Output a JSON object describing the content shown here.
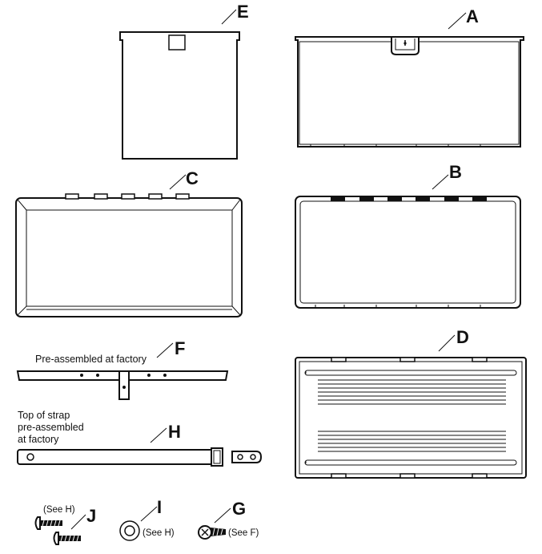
{
  "parts": {
    "a": {
      "letter": "A"
    },
    "b": {
      "letter": "B"
    },
    "c": {
      "letter": "C"
    },
    "d": {
      "letter": "D"
    },
    "e": {
      "letter": "E"
    },
    "f": {
      "letter": "F",
      "note": "Pre-assembled at factory"
    },
    "g": {
      "letter": "G",
      "note": "(See F)"
    },
    "h": {
      "letter": "H",
      "note_lines": [
        "Top of strap",
        "pre-assembled",
        "at factory"
      ]
    },
    "i": {
      "letter": "I",
      "note": "(See H)"
    },
    "j": {
      "letter": "J",
      "note": "(See H)"
    }
  }
}
